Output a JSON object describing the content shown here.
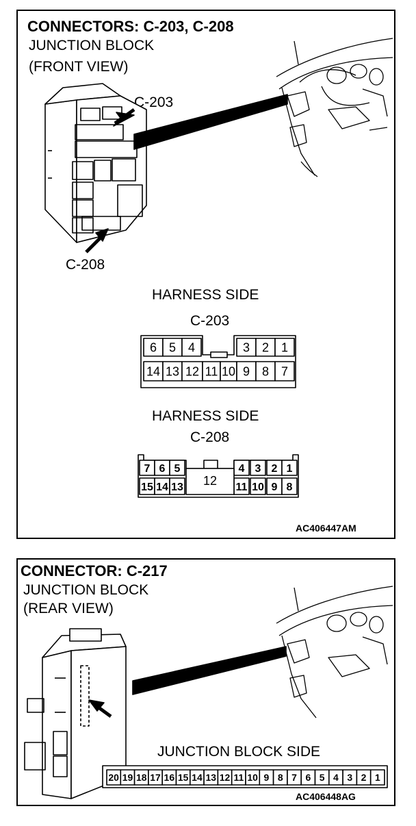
{
  "panel_top": {
    "title": "CONNECTORS: C-203, C-208",
    "subtitle_line1": "JUNCTION BLOCK",
    "subtitle_line2": "(FRONT VIEW)",
    "callout_c203": "C-203",
    "callout_c208": "C-208",
    "harness_side_1": "HARNESS SIDE",
    "connector_label_1": "C-203",
    "harness_side_2": "HARNESS SIDE",
    "connector_label_2": "C-208",
    "figure_code": "AC406447AM",
    "c203_pins_top": [
      "6",
      "5",
      "4",
      "3",
      "2",
      "1"
    ],
    "c203_pins_bottom": [
      "14",
      "13",
      "12",
      "11",
      "10",
      "9",
      "8",
      "7"
    ],
    "c208_pins_top": [
      "7",
      "6",
      "5",
      "4",
      "3",
      "2",
      "1"
    ],
    "c208_pin_center": "12",
    "c208_pins_bottom": [
      "15",
      "14",
      "13",
      "11",
      "10",
      "9",
      "8"
    ]
  },
  "panel_bottom": {
    "title": "CONNECTOR: C-217",
    "subtitle_line1": "JUNCTION BLOCK",
    "subtitle_line2": "(REAR VIEW)",
    "junction_block_side": "JUNCTION BLOCK SIDE",
    "figure_code": "AC406448AG",
    "c217_pins": [
      "20",
      "19",
      "18",
      "17",
      "16",
      "15",
      "14",
      "13",
      "12",
      "11",
      "10",
      "9",
      "8",
      "7",
      "6",
      "5",
      "4",
      "3",
      "2",
      "1"
    ]
  }
}
